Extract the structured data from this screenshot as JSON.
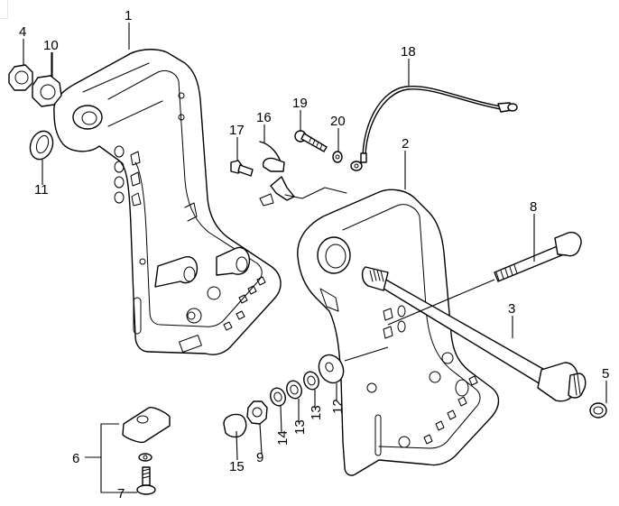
{
  "diagram": {
    "title": "Clamp Bracket Exploded Parts Diagram",
    "callouts": [
      {
        "id": "c1",
        "label": "1",
        "part": "clamp-bracket-left"
      },
      {
        "id": "c2",
        "label": "2",
        "part": "clamp-bracket-right"
      },
      {
        "id": "c3",
        "label": "3",
        "part": "clamp-shaft"
      },
      {
        "id": "c4",
        "label": "4",
        "part": "nut"
      },
      {
        "id": "c5",
        "label": "5",
        "part": "cap"
      },
      {
        "id": "c6",
        "label": "6",
        "part": "clamp-bracket-pad-set"
      },
      {
        "id": "c7",
        "label": "7",
        "part": "bolt"
      },
      {
        "id": "c8",
        "label": "8",
        "part": "bolt-long"
      },
      {
        "id": "c9",
        "label": "9",
        "part": "nut"
      },
      {
        "id": "c10",
        "label": "10",
        "part": "nut"
      },
      {
        "id": "c11",
        "label": "11",
        "part": "washer"
      },
      {
        "id": "c12",
        "label": "12",
        "part": "washer-large"
      },
      {
        "id": "c13a",
        "label": "13",
        "part": "washer"
      },
      {
        "id": "c13b",
        "label": "13",
        "part": "washer"
      },
      {
        "id": "c14",
        "label": "14",
        "part": "washer"
      },
      {
        "id": "c15",
        "label": "15",
        "part": "cap"
      },
      {
        "id": "c16",
        "label": "16",
        "part": "clip"
      },
      {
        "id": "c17",
        "label": "17",
        "part": "screw"
      },
      {
        "id": "c18",
        "label": "18",
        "part": "ground-lead-wire"
      },
      {
        "id": "c19",
        "label": "19",
        "part": "bolt"
      },
      {
        "id": "c20",
        "label": "20",
        "part": "washer"
      }
    ]
  }
}
